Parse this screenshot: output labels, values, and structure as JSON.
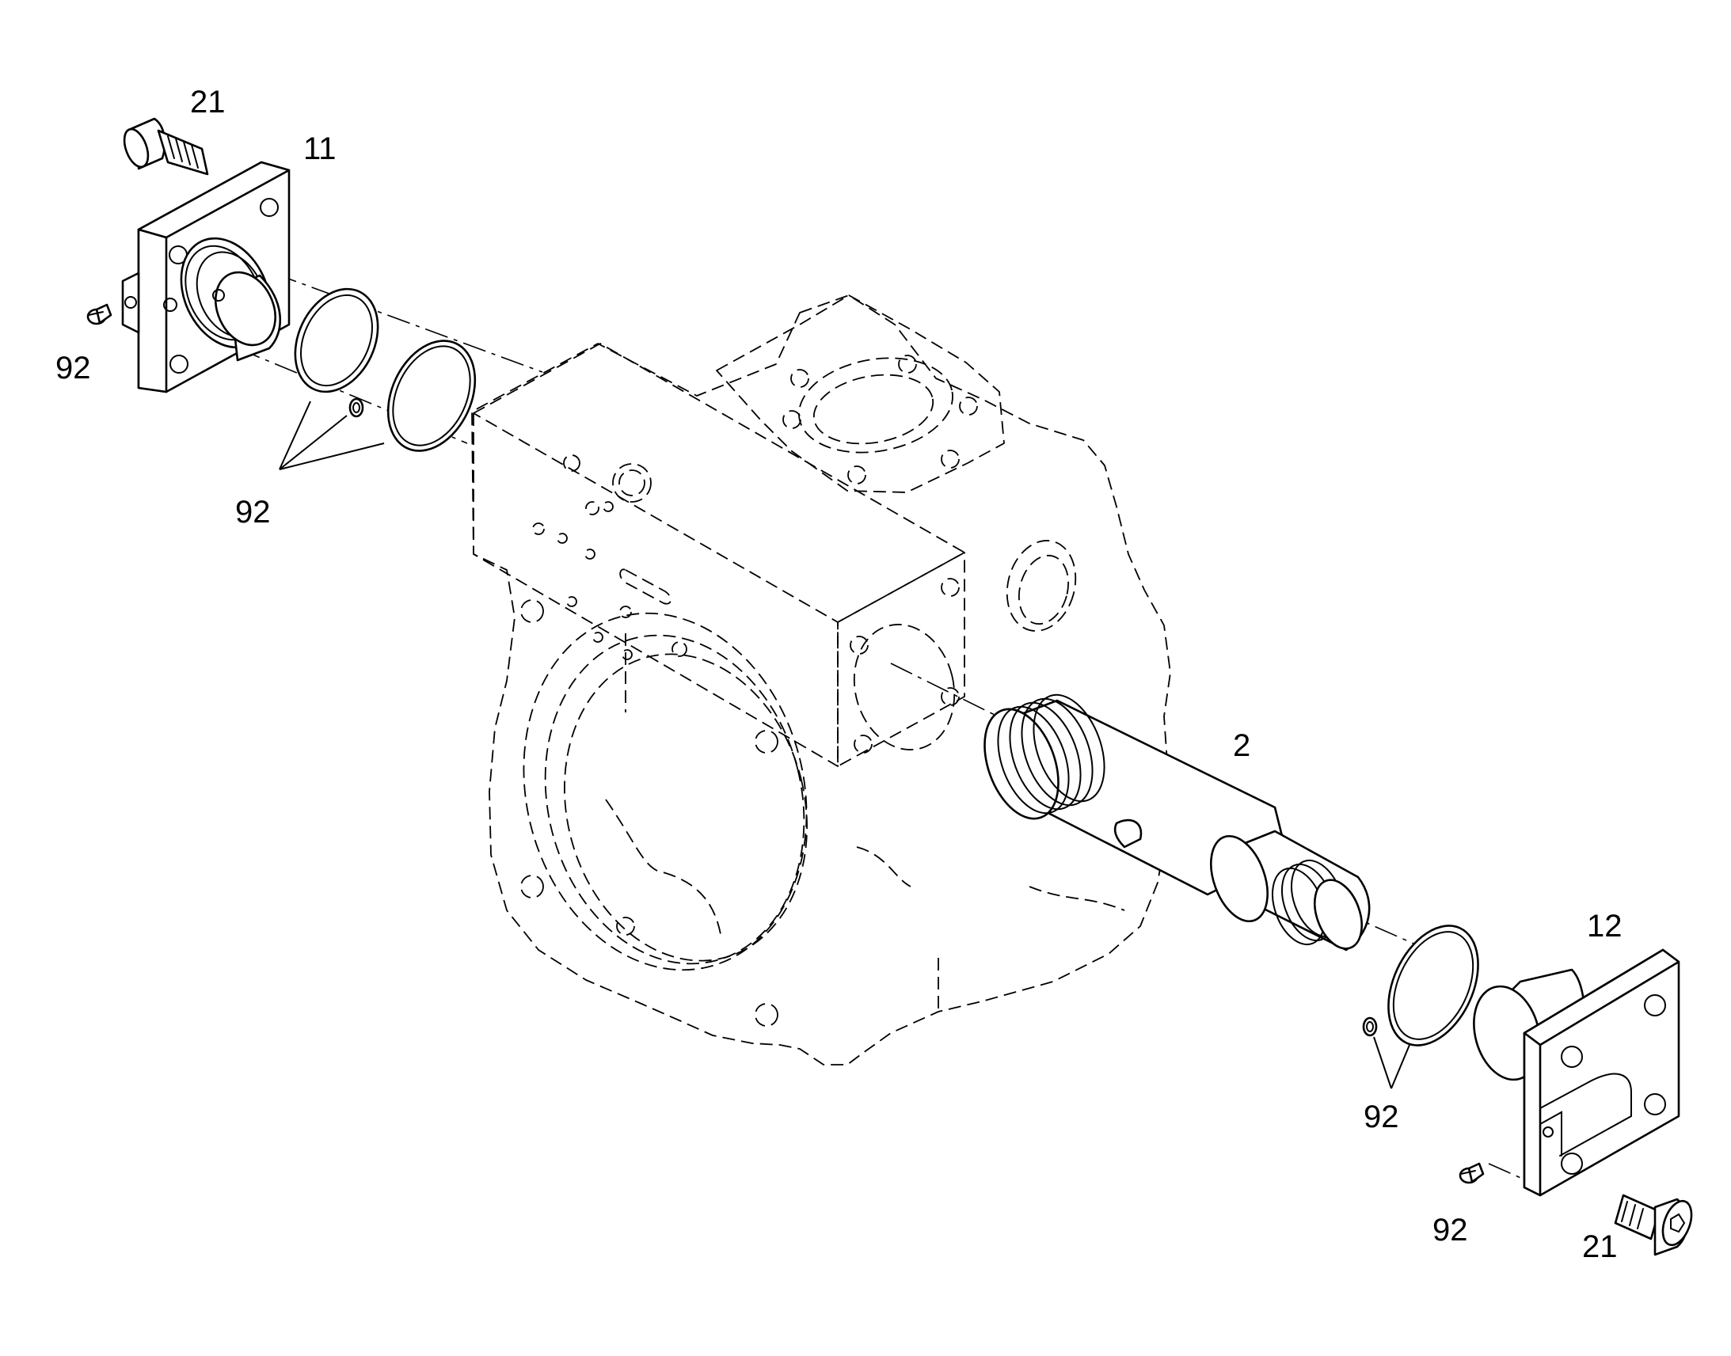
{
  "callouts": {
    "c21_top": "21",
    "c11": "11",
    "c92_left": "92",
    "c92_rings": "92",
    "c2": "2",
    "c12": "12",
    "c92_right_rings": "92",
    "c92_right_screw": "92",
    "c21_bottom": "21"
  }
}
